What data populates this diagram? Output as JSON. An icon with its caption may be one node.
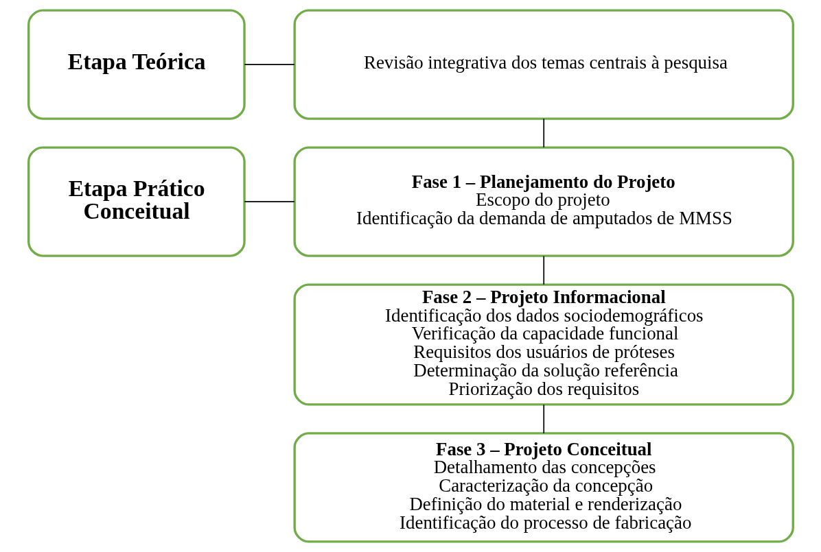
{
  "diagram": {
    "nodes": [
      {
        "text": [
          "Etapa Teórica"
        ]
      },
      {
        "text": [
          "Revisão integrativa dos temas centrais à pesquisa"
        ]
      },
      {
        "text": [
          "Etapa Prático Conceitual"
        ]
      },
      {
        "text": [
          "Fase 1 – Planejamento do Projeto",
          "Escopo do projeto",
          "Identificação da demanda de amputados de MMSS"
        ]
      },
      {
        "text": [
          "Fase 2 – Projeto Informacional",
          "Identificação dos dados sociodemográficos",
          "Verificação da capacidade funcional",
          "Requisitos dos usuários de próteses",
          "Determinação da solução referência",
          "Priorização dos requisitos"
        ]
      },
      {
        "text": [
          "Fase 3 – Projeto Conceitual",
          "Detalhamento das concepções",
          "Caracterização da concepção",
          "Definição do material e renderização",
          "Identificação do processo de fabricação"
        ]
      }
    ],
    "edges": [
      {
        "from": 0,
        "to": 1,
        "arrow": "none"
      },
      {
        "from": 1,
        "to": 3,
        "arrow": "none"
      },
      {
        "from": 2,
        "to": 3,
        "arrow": "none"
      },
      {
        "from": 3,
        "to": 4,
        "arrow": "none"
      },
      {
        "from": 4,
        "to": 5,
        "arrow": "none"
      }
    ]
  }
}
